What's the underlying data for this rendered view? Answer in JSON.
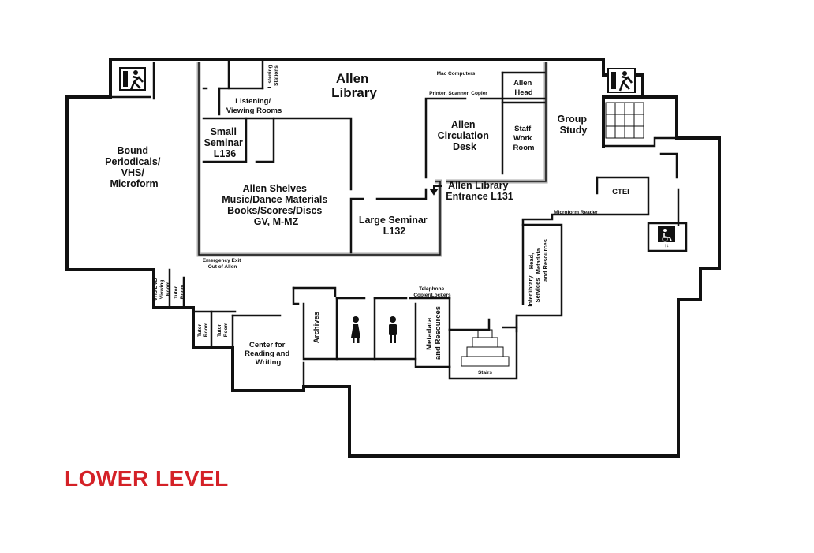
{
  "level_title": "LOWER LEVEL",
  "colors": {
    "title": "#d42127",
    "walls": "#111111",
    "allen_border": "#a9a9a9",
    "background": "#ffffff"
  },
  "icons": [
    "exit-sign-icon",
    "stairs-icon",
    "wheelchair-elevator-icon",
    "women-restroom-icon",
    "men-restroom-icon",
    "arrow-icon"
  ],
  "rooms": {
    "allen_library": [
      "Allen",
      "Library"
    ],
    "mac_computers": "Mac Computers",
    "listening_stations": [
      "Listening",
      "Stations"
    ],
    "listening_viewing": [
      "Listening/",
      "Viewing Rooms"
    ],
    "printer_scanner": "Printer, Scanner, Copier",
    "allen_head": [
      "Allen",
      "Head"
    ],
    "circulation_desk": [
      "Allen",
      "Circulation",
      "Desk"
    ],
    "staff_work_room": [
      "Staff",
      "Work",
      "Room"
    ],
    "small_seminar": [
      "Small",
      "Seminar",
      "L136"
    ],
    "allen_shelves": [
      "Allen Shelves",
      "Music/Dance Materials",
      "Books/Scores/Discs",
      "GV, M-MZ"
    ],
    "large_seminar": [
      "Large Seminar",
      "L132"
    ],
    "allen_entrance": [
      "Allen Library",
      "Entrance L131"
    ],
    "emergency_exit": [
      "Emergency Exit",
      "Out of Allen"
    ],
    "bound_periodicals": [
      "Bound",
      "Periodicals/",
      "VHS/",
      "Microform"
    ],
    "group_study": [
      "Group",
      "Study"
    ],
    "ctei": "CTEI",
    "microform_reader": "Microform Reader",
    "head_metadata": [
      "Head,",
      "Metadata",
      "and Resources"
    ],
    "interlibrary": [
      "Interlibrary",
      "Services"
    ],
    "vhs_dvd": [
      "VHS/DVD",
      "Viewing",
      "Room"
    ],
    "tutor_room_1": [
      "Tutor",
      "Room"
    ],
    "tutor_room_2": [
      "Tutor",
      "Room"
    ],
    "tutor_room_3": [
      "Tutor",
      "Room"
    ],
    "center_reading": [
      "Center for",
      "Reading and",
      "Writing"
    ],
    "archives": "Archives",
    "telephone": [
      "Telephone",
      "Copier/Lockers"
    ],
    "metadata_resources": [
      "Metadata",
      "and Resources"
    ],
    "stairs": "Stairs"
  }
}
